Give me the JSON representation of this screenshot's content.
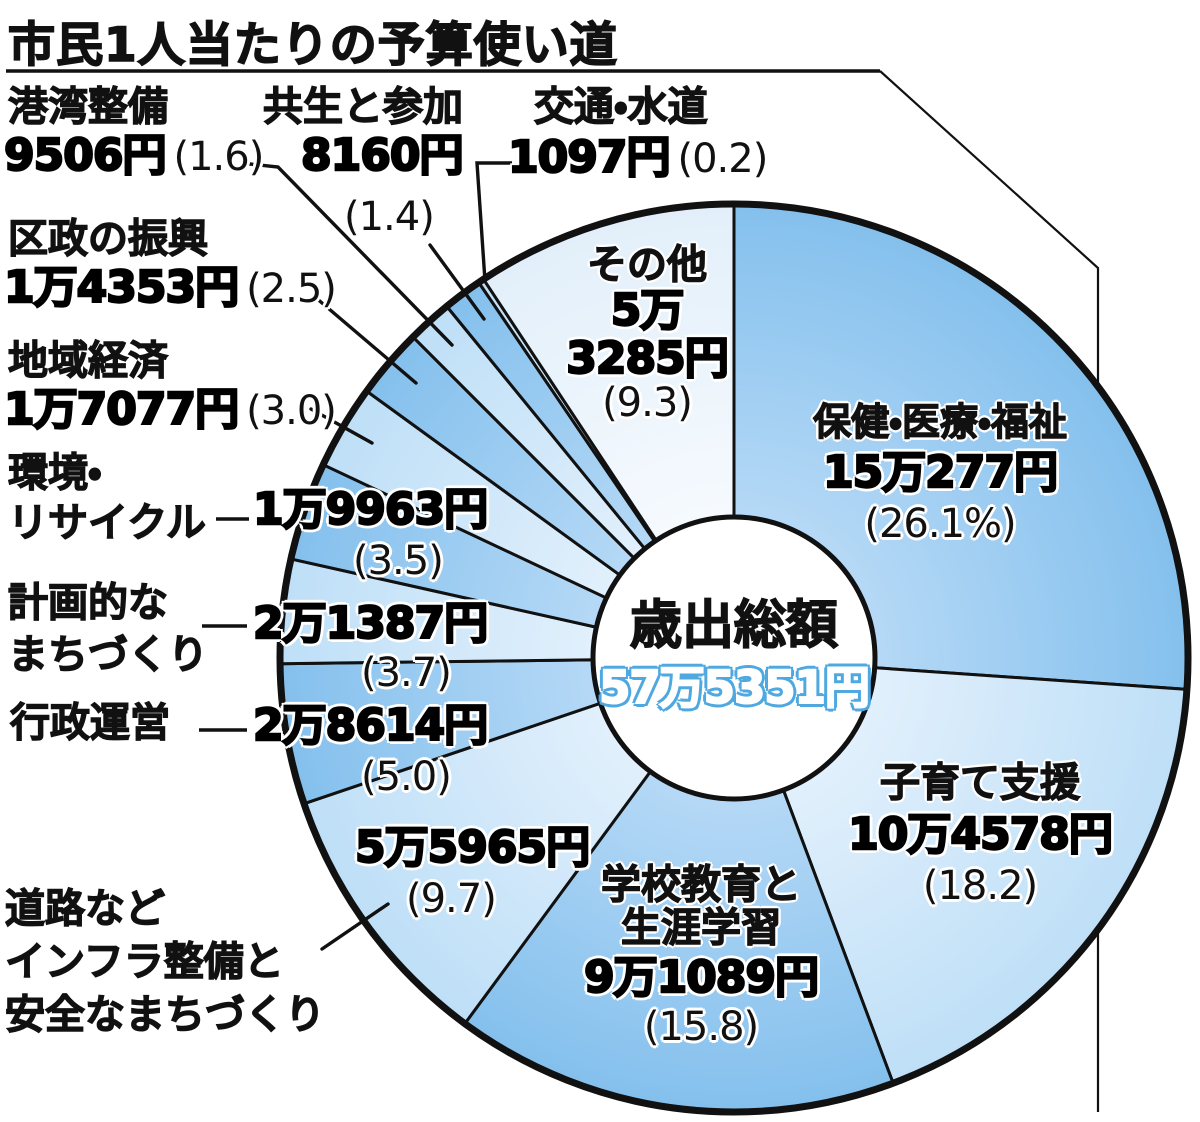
{
  "title": "市民1人当たりの予算使い道",
  "center": {
    "label": "歳出総額",
    "amount": "57万5351円"
  },
  "chart_data": {
    "type": "pie",
    "subtype": "donut",
    "title": "市民1人当たりの予算使い道",
    "center_label": "歳出総額",
    "center_total": "57万5351円",
    "total_yen": 575351,
    "start_angle_deg": 0,
    "direction": "clockwise",
    "legend_position": "none",
    "series": [
      {
        "label": "保健・医療・福祉",
        "amount": "15万277円",
        "yen": 150277,
        "pct": 26.1,
        "pct_label": "(26.1%)",
        "shade": "dark"
      },
      {
        "label": "子育て支援",
        "amount": "10万4578円",
        "yen": 104578,
        "pct": 18.2,
        "pct_label": "(18.2)",
        "shade": "light"
      },
      {
        "label": "学校教育と生涯学習",
        "amount": "9万1089円",
        "yen": 91089,
        "pct": 15.8,
        "pct_label": "(15.8)",
        "shade": "dark"
      },
      {
        "label": "道路などインフラ整備と安全なまちづくり",
        "amount": "5万5965円",
        "yen": 55965,
        "pct": 9.7,
        "pct_label": "(9.7)",
        "shade": "light"
      },
      {
        "label": "行政運営",
        "amount": "2万8614円",
        "yen": 28614,
        "pct": 5.0,
        "pct_label": "(5.0)",
        "shade": "dark"
      },
      {
        "label": "計画的なまちづくり",
        "amount": "2万1387円",
        "yen": 21387,
        "pct": 3.7,
        "pct_label": "(3.7)",
        "shade": "light"
      },
      {
        "label": "環境・リサイクル",
        "amount": "1万9963円",
        "yen": 19963,
        "pct": 3.5,
        "pct_label": "(3.5)",
        "shade": "dark"
      },
      {
        "label": "地域経済",
        "amount": "1万7077円",
        "yen": 17077,
        "pct": 3.0,
        "pct_label": "(3.0)",
        "shade": "light"
      },
      {
        "label": "区政の振興",
        "amount": "1万4353円",
        "yen": 14353,
        "pct": 2.5,
        "pct_label": "(2.5)",
        "shade": "dark"
      },
      {
        "label": "港湾整備",
        "amount": "9506円",
        "yen": 9506,
        "pct": 1.6,
        "pct_label": "(1.6)",
        "shade": "light"
      },
      {
        "label": "共生と参加",
        "amount": "8160円",
        "yen": 8160,
        "pct": 1.4,
        "pct_label": "(1.4)",
        "shade": "dark"
      },
      {
        "label": "交通・水道",
        "amount": "1097円",
        "yen": 1097,
        "pct": 0.2,
        "pct_label": "(0.2)",
        "shade": "light"
      },
      {
        "label": "その他",
        "amount": "5万3285円",
        "yen": 53285,
        "pct": 9.3,
        "pct_label": "(9.3)",
        "shade": "other"
      }
    ],
    "colors": {
      "dark_inner": "#B6D9F6",
      "dark_outer": "#84C0ED",
      "light_inner": "#E2F0FC",
      "light_outer": "#BEDFF7",
      "other_inner": "#F6FAFE",
      "other_outer": "#E2EFFA",
      "stroke": "#111111",
      "center_amount_halo": "#4FA8DF",
      "donut_hole": "#FFFFFF"
    }
  },
  "labels": {
    "kowan": {
      "name": "港湾整備",
      "amount": "9506円",
      "pct": "(1.6)"
    },
    "kyosei": {
      "name": "共生と参加",
      "amount": "8160円",
      "pct": "(1.4)"
    },
    "kotsu": {
      "name": "交通・水道",
      "amount": "1097円",
      "pct": "(0.2)"
    },
    "kusei": {
      "name": "区政の振興",
      "amount": "1万4353円",
      "pct": "(2.5)"
    },
    "chiiki": {
      "name": "地域経済",
      "amount": "1万7077円",
      "pct": "(3.0)"
    },
    "kankyo": {
      "name1": "環境・",
      "name2": "リサイクル",
      "amount": "1万9963円",
      "pct": "(3.5)"
    },
    "keikaku": {
      "name1": "計画的な",
      "name2": "まちづくり",
      "amount": "2万1387円",
      "pct": "(3.7)"
    },
    "gyosei": {
      "name": "行政運営",
      "amount": "2万8614円",
      "pct": "(5.0)"
    },
    "doro": {
      "name1": "道路など",
      "name2": "インフラ整備と",
      "name3": "安全なまちづくり",
      "amount": "5万5965円",
      "pct": "(9.7)"
    },
    "sonota": {
      "name": "その他",
      "amount1": "5万",
      "amount2": "3285円",
      "pct": "(9.3)"
    },
    "hoken": {
      "name": "保健・医療・福祉",
      "amount": "15万277円",
      "pct": "(26.1%)"
    },
    "kosodate": {
      "name": "子育て支援",
      "amount": "10万4578円",
      "pct": "(18.2)"
    },
    "gakko": {
      "name1": "学校教育と",
      "name2": "生涯学習",
      "amount": "9万1089円",
      "pct": "(15.8)"
    }
  }
}
